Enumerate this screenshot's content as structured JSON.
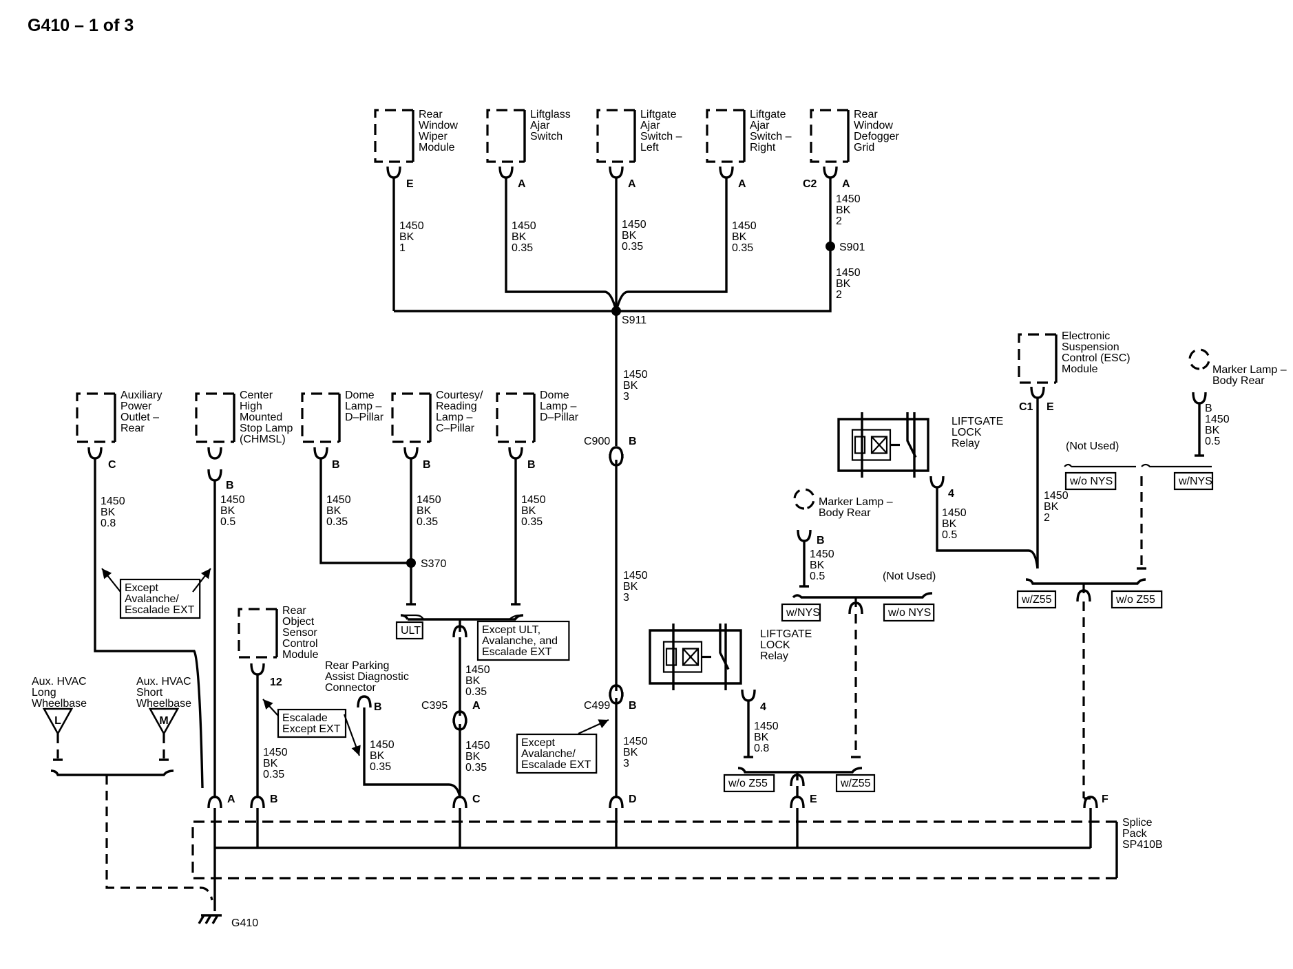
{
  "title": "G410 – 1 of 3",
  "components": {
    "rear_wiper_module": [
      "Rear",
      "Window",
      "Wiper",
      "Module"
    ],
    "liftglass_ajar_switch": [
      "Liftglass",
      "Ajar",
      "Switch"
    ],
    "liftgate_switch_left": [
      "Liftgate",
      "Ajar",
      "Switch –",
      "Left"
    ],
    "liftgate_switch_right": [
      "Liftgate",
      "Ajar",
      "Switch –",
      "Right"
    ],
    "rear_defogger_grid": [
      "Rear",
      "Window",
      "Defogger",
      "Grid"
    ],
    "aux_power_outlet": [
      "Auxiliary",
      "Power",
      "Outlet –",
      "Rear"
    ],
    "chmsl": [
      "Center",
      "High",
      "Mounted",
      "Stop Lamp",
      "(CHMSL)"
    ],
    "dome_lamp_left": [
      "Dome",
      "Lamp –",
      "D–Pillar"
    ],
    "courtesy_lamp": [
      "Courtesy/",
      "Reading",
      "Lamp –",
      "C–Pillar"
    ],
    "dome_lamp_right": [
      "Dome",
      "Lamp –",
      "D–Pillar"
    ],
    "rear_object_sensor": [
      "Rear",
      "Object",
      "Sensor",
      "Control",
      "Module"
    ],
    "rear_parking_connector": [
      "Rear Parking",
      "Assist Diagnostic",
      "Connector"
    ],
    "esc_module": [
      "Electronic",
      "Suspension",
      "Control (ESC)",
      "Module"
    ],
    "marker_lamp_a": [
      "Marker Lamp –",
      "Body Rear"
    ],
    "marker_lamp_b": [
      "Marker Lamp –",
      "Body Rear"
    ],
    "liftgate_relay_a": [
      "LIFTGATE",
      "LOCK",
      "Relay"
    ],
    "liftgate_relay_b": [
      "LIFTGATE",
      "LOCK",
      "Relay"
    ],
    "aux_hvac_long": [
      "Aux. HVAC",
      "Long",
      "Wheelbase"
    ],
    "aux_hvac_short": [
      "Aux. HVAC",
      "Short",
      "Wheelbase"
    ],
    "splice_pack": [
      "Splice",
      "Pack",
      "SP410B"
    ]
  },
  "pins": {
    "wiper_e": "E",
    "liftglass_a": "A",
    "lg_left_a": "A",
    "lg_right_a": "A",
    "defog_c2": "C2",
    "defog_a": "A",
    "aux_power_c": "C",
    "chmsl_b": "B",
    "dome_l_b": "B",
    "courtesy_b": "B",
    "dome_r_b": "B",
    "c900": "C900",
    "c900_b": "B",
    "ros_12": "12",
    "rpa_b": "B",
    "c395": "C395",
    "c395_a": "A",
    "c499": "C499",
    "c499_b": "B",
    "hvac_l": "L",
    "hvac_m": "M",
    "esc_c1": "C1",
    "esc_e": "E",
    "marker_a_b": "B",
    "marker_b_b": "B",
    "relay_a_4": "4",
    "relay_b_4": "4",
    "sp_a": "A",
    "sp_b": "B",
    "sp_c": "C",
    "sp_d": "D",
    "sp_e": "E",
    "sp_f": "F"
  },
  "wires": {
    "w_wiper": [
      "1450",
      "BK",
      "1"
    ],
    "w_liftglass": [
      "1450",
      "BK",
      "0.35"
    ],
    "w_lg_left": [
      "1450",
      "BK",
      "0.35"
    ],
    "w_lg_right": [
      "1450",
      "BK",
      "0.35"
    ],
    "w_defog_top": [
      "1450",
      "BK",
      "2"
    ],
    "w_defog_bot": [
      "1450",
      "BK",
      "2"
    ],
    "w_s911": [
      "1450",
      "BK",
      "3"
    ],
    "w_c900": [
      "1450",
      "BK",
      "3"
    ],
    "w_c499": [
      "1450",
      "BK",
      "3"
    ],
    "w_aux_power": [
      "1450",
      "BK",
      "0.8"
    ],
    "w_chmsl": [
      "1450",
      "BK",
      "0.5"
    ],
    "w_dome_l": [
      "1450",
      "BK",
      "0.35"
    ],
    "w_courtesy": [
      "1450",
      "BK",
      "0.35"
    ],
    "w_dome_r": [
      "1450",
      "BK",
      "0.35"
    ],
    "w_c395_top": [
      "1450",
      "BK",
      "0.35"
    ],
    "w_c395_bot": [
      "1450",
      "BK",
      "0.35"
    ],
    "w_ros": [
      "1450",
      "BK",
      "0.35"
    ],
    "w_rpa": [
      "1450",
      "BK",
      "0.35"
    ],
    "w_marker_a": [
      "1450",
      "BK",
      "0.5"
    ],
    "w_relay_a": [
      "1450",
      "BK",
      "0.5"
    ],
    "w_relay_b": [
      "1450",
      "BK",
      "0.8"
    ],
    "w_esc": [
      "1450",
      "BK",
      "2"
    ],
    "w_marker_b": [
      "B",
      "1450",
      "BK",
      "0.5"
    ]
  },
  "splices": {
    "s901": "S901",
    "s911": "S911",
    "s370": "S370"
  },
  "options": {
    "ult": "ULT",
    "except_ult": [
      "Except ULT,",
      "Avalanche, and",
      "Escalade EXT"
    ],
    "except_avalanche_a": [
      "Except",
      "Avalanche/",
      "Escalade EXT"
    ],
    "escalade_except": [
      "Escalade",
      "Except EXT"
    ],
    "except_avalanche_b": [
      "Except",
      "Avalanche/",
      "Escalade EXT"
    ],
    "w_nys_a": "w/NYS",
    "wo_nys_a": "w/o NYS",
    "wo_nys_b": "w/o NYS",
    "w_nys_b": "w/NYS",
    "w_z55_a": "w/Z55",
    "wo_z55_a": "w/o Z55",
    "wo_z55_b": "w/o Z55",
    "w_z55_b": "w/Z55",
    "not_used_a": "(Not Used)",
    "not_used_b": "(Not Used)"
  },
  "ground": "G410"
}
